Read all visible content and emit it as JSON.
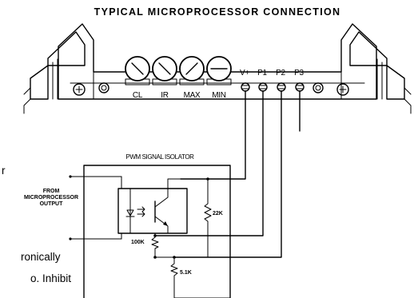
{
  "title": "TYPICAL MICROPROCESSOR CONNECTION",
  "drive": {
    "potentiometers": [
      "CL",
      "IR",
      "MAX",
      "MIN"
    ],
    "terminals": [
      "V+",
      "P1",
      "P2",
      "P3"
    ]
  },
  "isolator": {
    "label": "PWM SIGNAL ISOLATOR",
    "input_label_lines": [
      "FROM",
      "MICROPROCESSOR",
      "OUTPUT"
    ],
    "resistor_22k": "22K",
    "resistor_100k": "100K",
    "resistor_5_1k": "5.1K"
  },
  "side_text": {
    "line1_fragment": "r",
    "line2_fragment": "ronically",
    "line3_fragment": "o. Inhibit"
  }
}
